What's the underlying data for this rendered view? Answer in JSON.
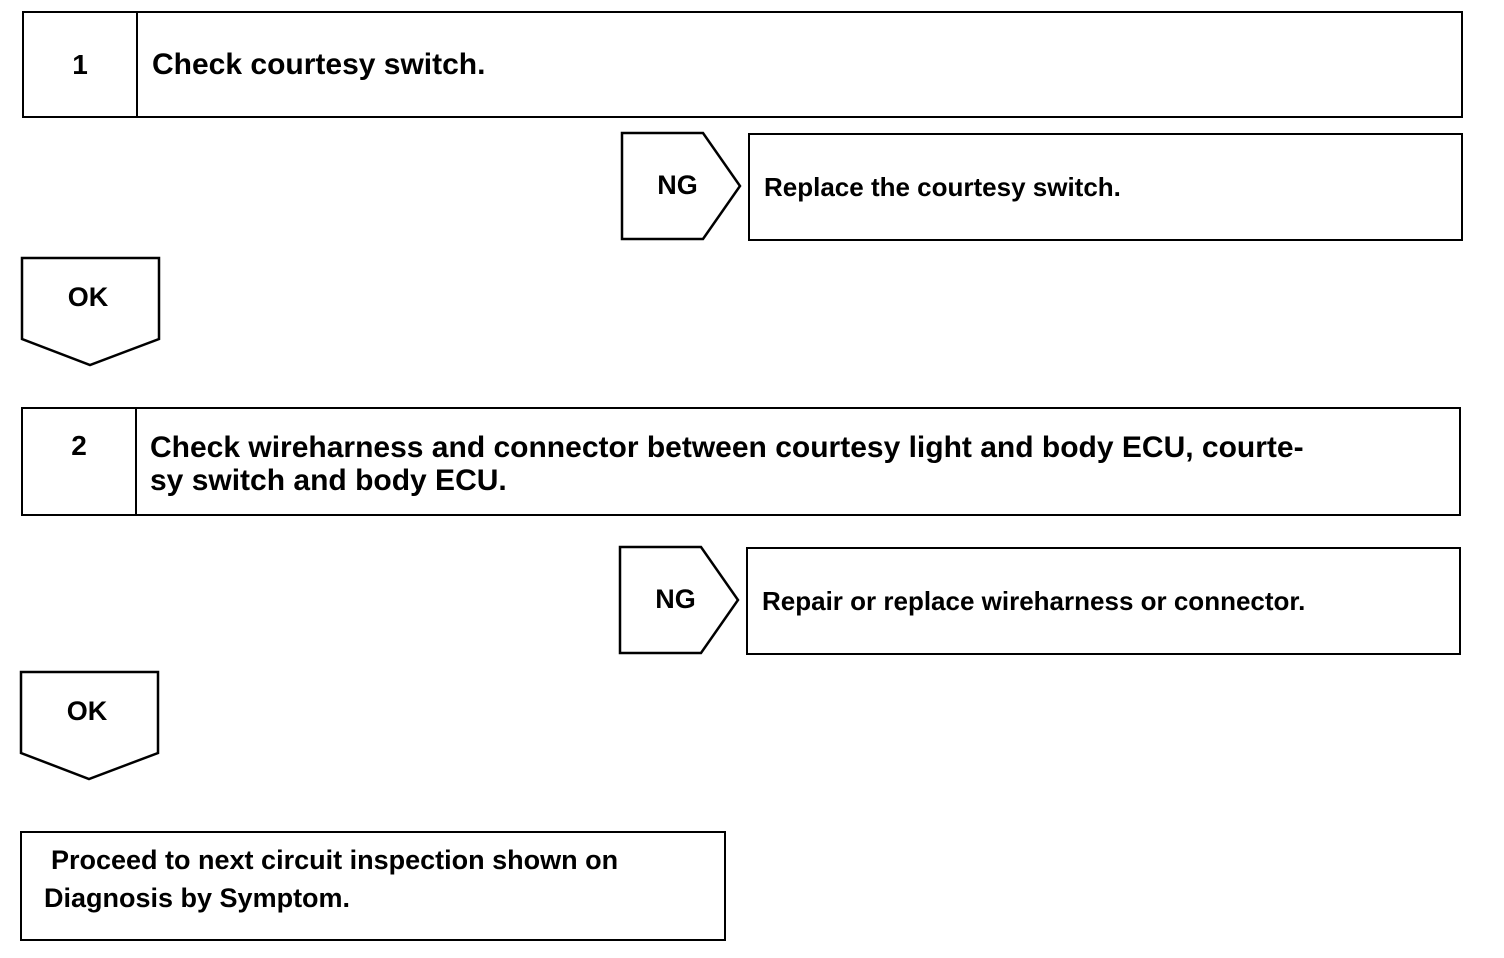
{
  "step1": {
    "number": "1",
    "title": "Check courtesy switch."
  },
  "ng1": {
    "label": "NG",
    "action": "Replace the courtesy switch."
  },
  "ok1": {
    "label": "OK"
  },
  "step2": {
    "number": "2",
    "title_line1": "Check wireharness and connector between courtesy light and body ECU, courte-",
    "title_line2": "sy switch and body ECU."
  },
  "ng2": {
    "label": "NG",
    "action": "Repair or replace wireharness or connector."
  },
  "ok2": {
    "label": "OK"
  },
  "final": {
    "line1": "Proceed to next circuit inspection shown on",
    "line2": "Diagnosis by Symptom."
  }
}
